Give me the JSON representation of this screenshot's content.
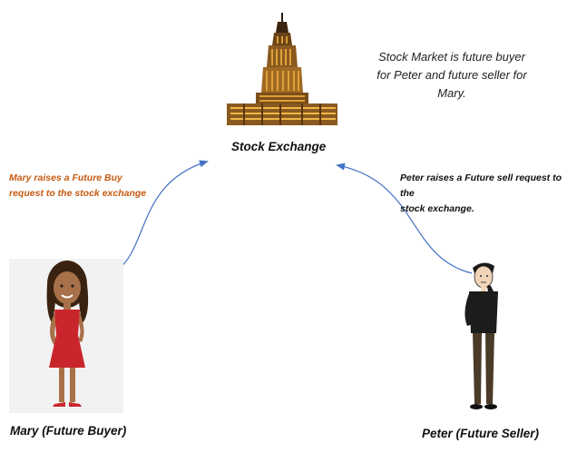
{
  "note": {
    "lines": [
      "Stock Market is future buyer",
      "for Peter and future seller for",
      "Mary."
    ]
  },
  "exchange": {
    "label": "Stock Exchange",
    "icon": "skyscraper-icon"
  },
  "mary": {
    "request_lines": [
      "Mary raises a Future Buy",
      "request to the stock exchange"
    ],
    "request_color": "#c55a11",
    "label": "Mary (Future Buyer)",
    "icon": "woman-figure-icon"
  },
  "peter": {
    "request_lines": [
      "Peter raises a Future sell request to the",
      "stock exchange."
    ],
    "request_color": "#111111",
    "label": "Peter (Future Seller)",
    "icon": "man-figure-icon"
  },
  "colors": {
    "arrow": "#4472c4"
  }
}
